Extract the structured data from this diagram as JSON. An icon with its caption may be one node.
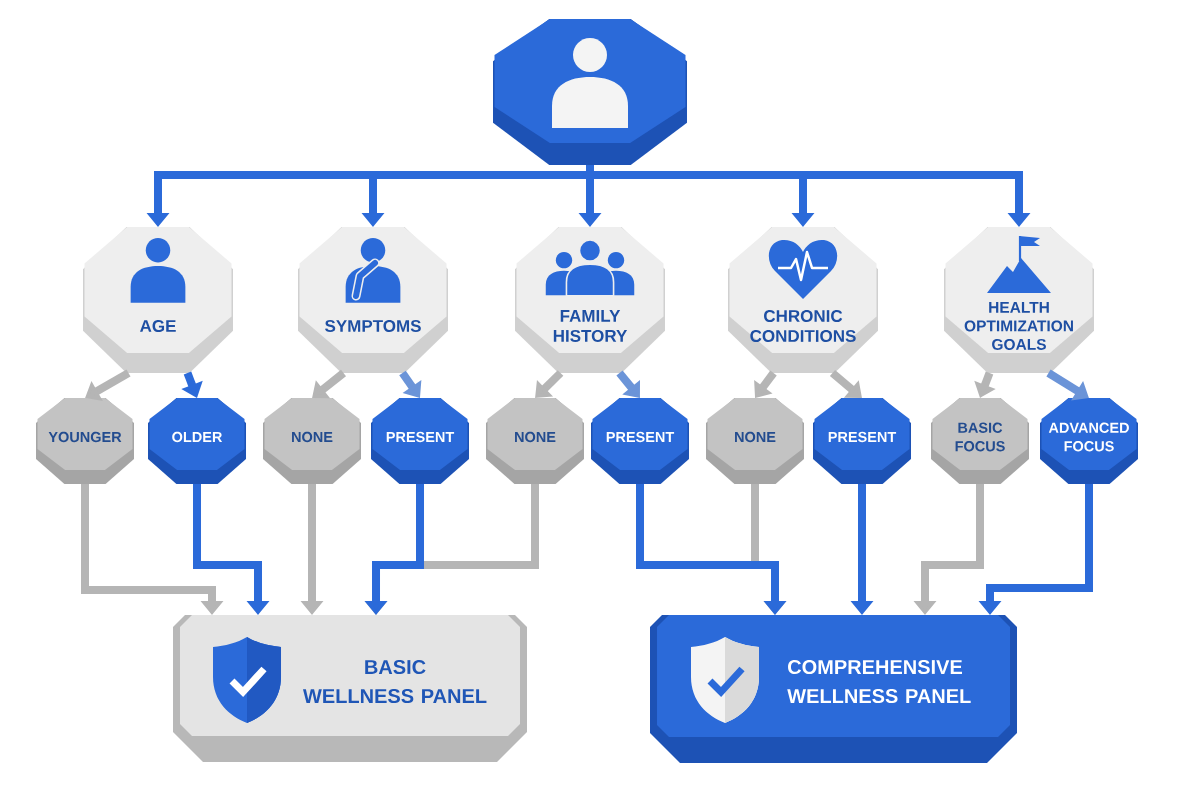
{
  "diagram": {
    "nodes": [
      {
        "text": [],
        "shape": "octagon"
      },
      {
        "text": [
          "AGE"
        ]
      },
      {
        "text": [
          "SYMPTOMS"
        ]
      },
      {
        "text": [
          "FAMILY HISTORY"
        ]
      },
      {
        "text": [
          "CHRONIC CONDITIONS"
        ]
      },
      {
        "text": [
          "HEALTH OPTIMIZATION GOALS"
        ]
      },
      {
        "text": [
          "YOUNGER"
        ]
      },
      {
        "text": [
          "OLDER"
        ]
      },
      {
        "text": [
          "NONE"
        ]
      },
      {
        "text": [
          "PRESENT"
        ]
      },
      {
        "text": [
          "NONE"
        ]
      },
      {
        "text": [
          "PRESENT"
        ]
      },
      {
        "text": [
          "NONE"
        ]
      },
      {
        "text": [
          "PRESENT"
        ]
      },
      {
        "text": [
          "BASIC FOCUS"
        ]
      },
      {
        "text": [
          "ADVANCED FOCUS"
        ]
      },
      {
        "text": [
          "BASIC WELLNESS PANEL"
        ]
      },
      {
        "text": [
          "COMPREHENSIVE WELLNESS PANEL"
        ]
      }
    ],
    "edges": [
      {
        "from": 0,
        "to": 1,
        "arrow": "to"
      },
      {
        "from": 0,
        "to": 2,
        "arrow": "to"
      },
      {
        "from": 0,
        "to": 3,
        "arrow": "to"
      },
      {
        "from": 0,
        "to": 4,
        "arrow": "to"
      },
      {
        "from": 0,
        "to": 5,
        "arrow": "to"
      },
      {
        "from": 1,
        "to": 6,
        "arrow": "to",
        "color": "#b5b5b5"
      },
      {
        "from": 1,
        "to": 7,
        "arrow": "to"
      },
      {
        "from": 2,
        "to": 8,
        "arrow": "to",
        "color": "#b5b5b5"
      },
      {
        "from": 2,
        "to": 9,
        "arrow": "to",
        "color": "#6b94d8"
      },
      {
        "from": 3,
        "to": 10,
        "arrow": "to",
        "color": "#b5b5b5"
      },
      {
        "from": 3,
        "to": 11,
        "arrow": "to",
        "color": "#6b94d8"
      },
      {
        "from": 4,
        "to": 12,
        "arrow": "to",
        "color": "#b5b5b5"
      },
      {
        "from": 4,
        "to": 13,
        "arrow": "to",
        "color": "#b5b5b5"
      },
      {
        "from": 5,
        "to": 14,
        "arrow": "to",
        "color": "#b5b5b5"
      },
      {
        "from": 5,
        "to": 15,
        "arrow": "to",
        "color": "#6b94d8"
      },
      {
        "from": 6,
        "to": 16,
        "arrow": "to",
        "color": "#b5b5b5"
      },
      {
        "from": 7,
        "to": 16,
        "arrow": "to"
      },
      {
        "from": 8,
        "to": 16,
        "arrow": "to",
        "color": "#b5b5b5"
      },
      {
        "from": 9,
        "to": 16,
        "arrow": "to"
      },
      {
        "from": 10,
        "to": 16,
        "arrow": "to",
        "color": "#b5b5b5"
      },
      {
        "from": 11,
        "to": 17,
        "arrow": "to"
      },
      {
        "from": 12,
        "to": 17,
        "arrow": "to",
        "color": "#b5b5b5"
      },
      {
        "from": 13,
        "to": 17,
        "arrow": "to"
      },
      {
        "from": 14,
        "to": 17,
        "arrow": "to",
        "color": "#b5b5b5"
      },
      {
        "from": 15,
        "to": 17,
        "arrow": "to"
      }
    ]
  }
}
